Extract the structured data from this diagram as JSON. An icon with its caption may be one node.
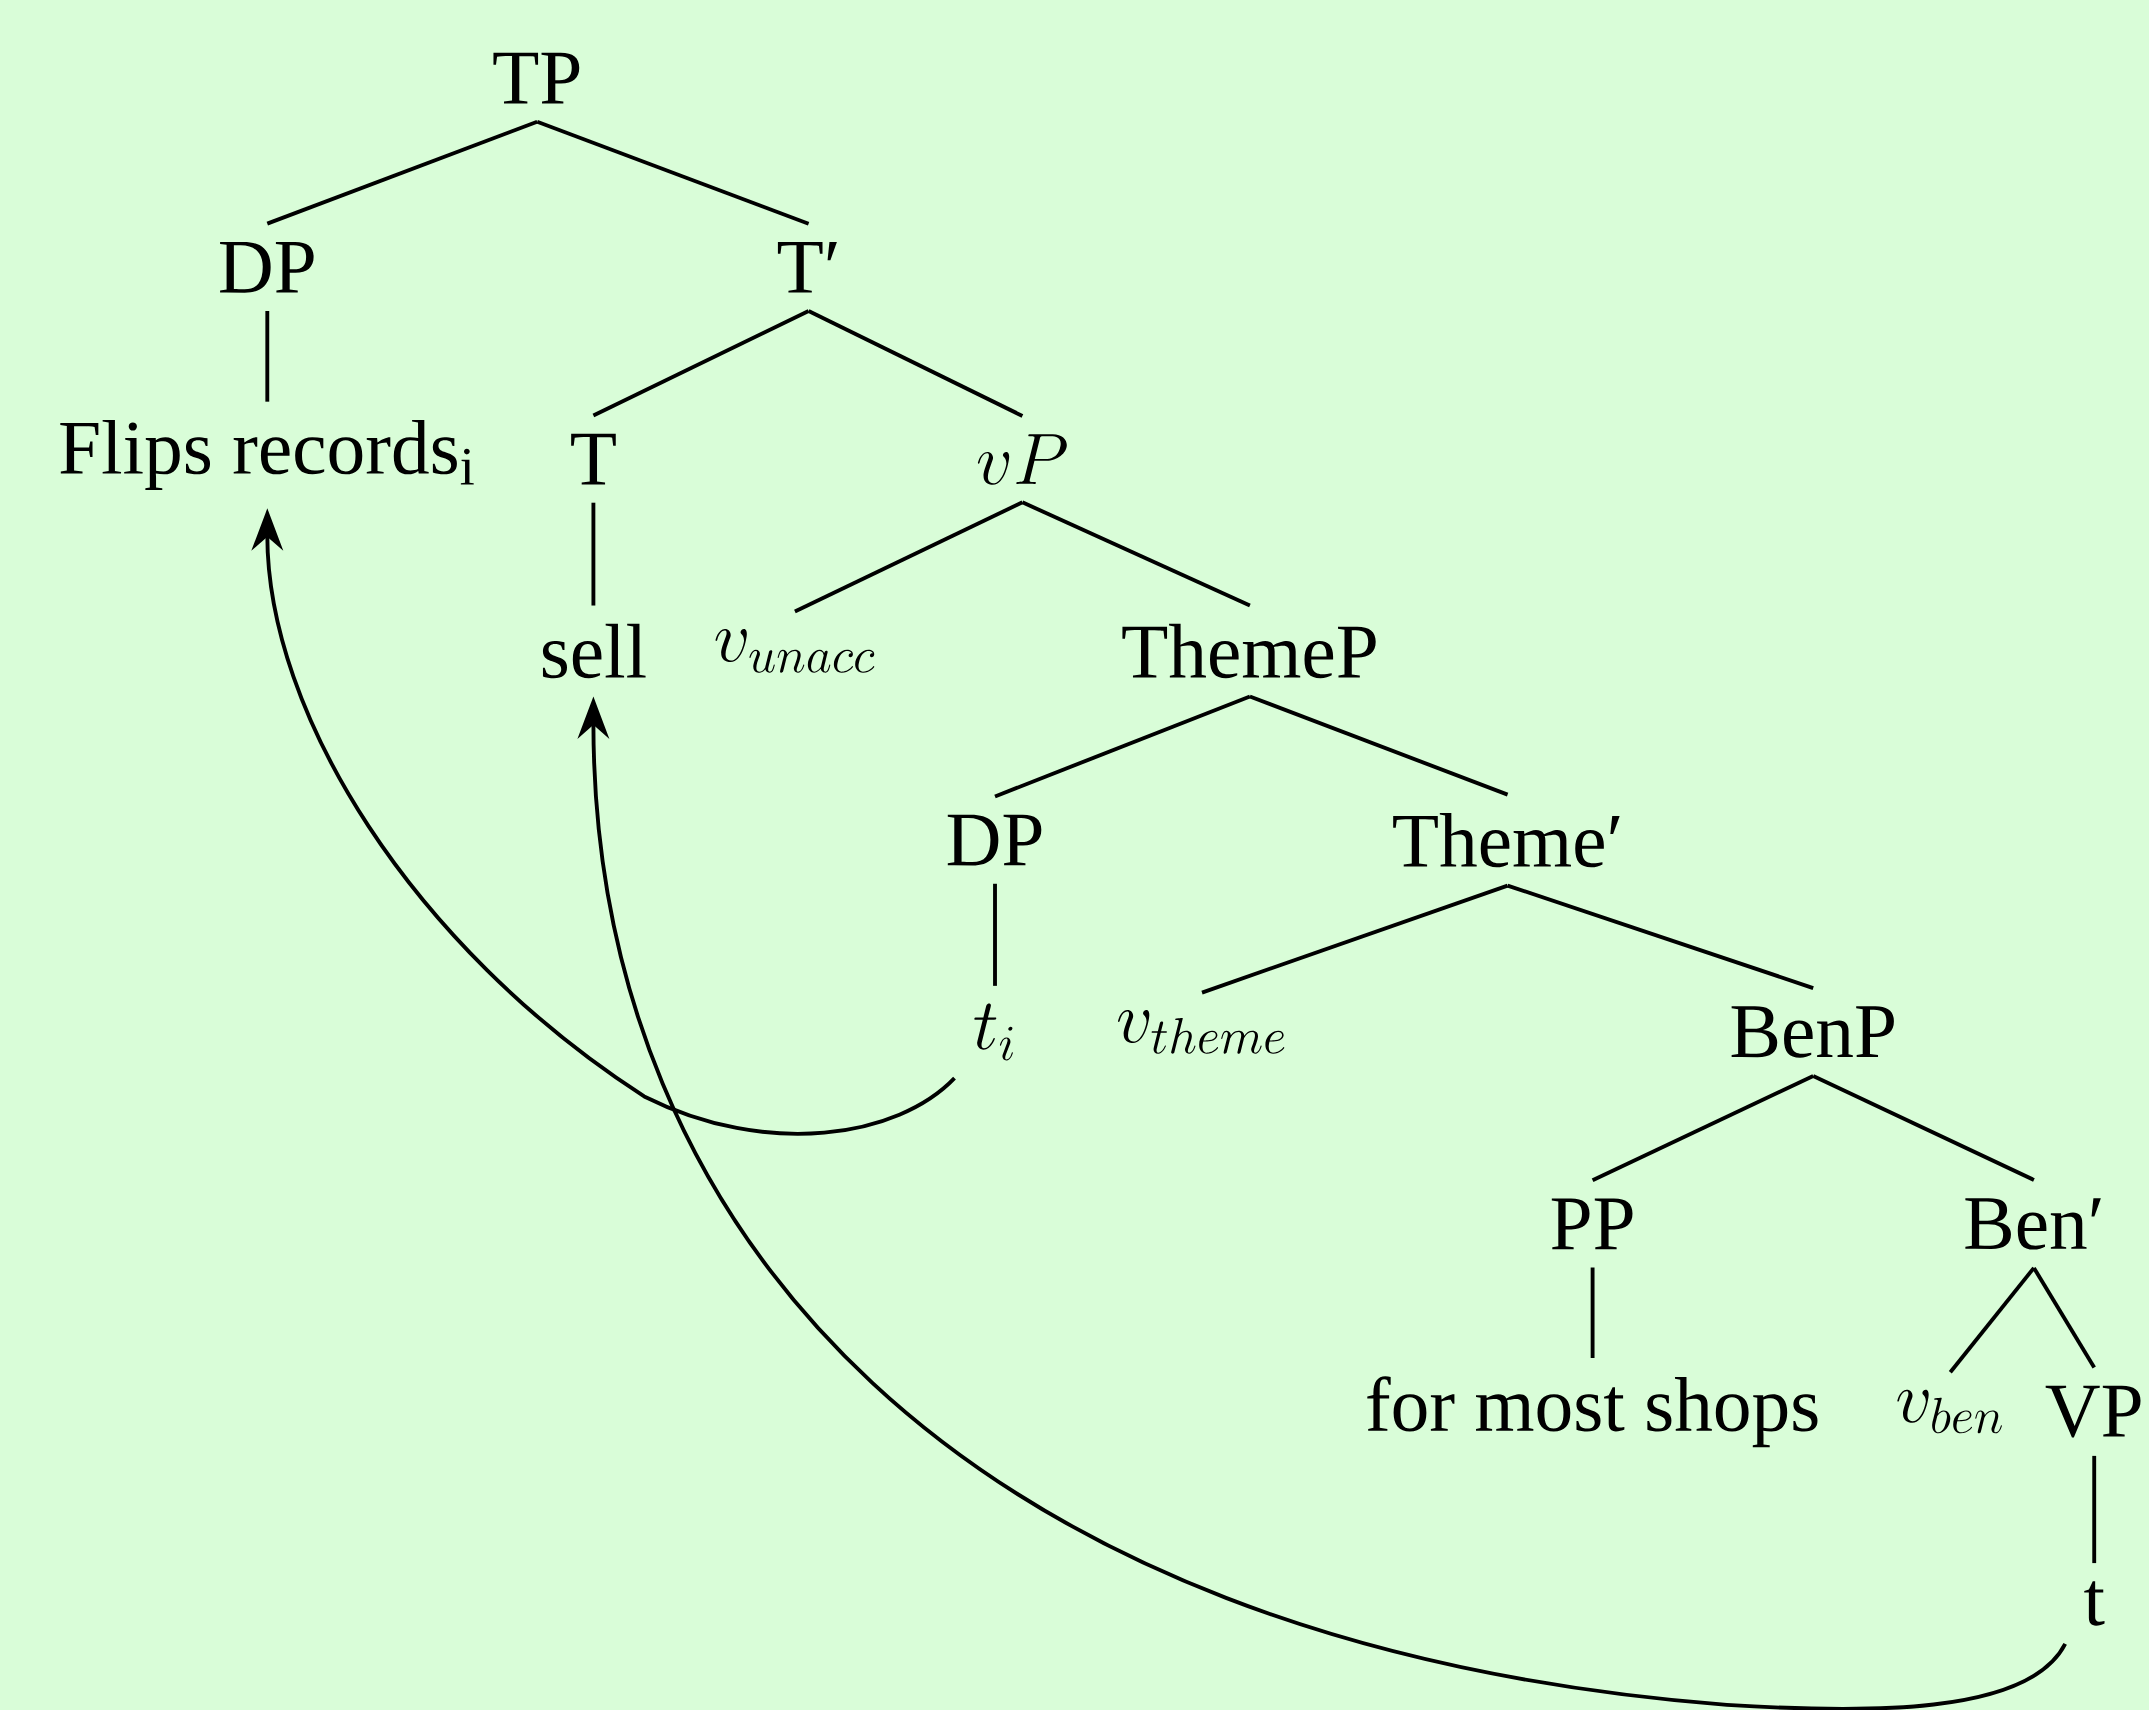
{
  "diagram": {
    "nodes": [
      {
        "text": [
          "TP"
        ]
      },
      {
        "text": [
          "DP"
        ]
      },
      {
        "text": [
          "T′"
        ]
      },
      {
        "text": [
          "Flips records$_{i}$"
        ]
      },
      {
        "text": [
          "T"
        ]
      },
      {
        "text": [
          "vP"
        ]
      },
      {
        "text": [
          "sell"
        ]
      },
      {
        "text": [
          "v_{unacc}"
        ]
      },
      {
        "text": [
          "ThemeP"
        ]
      },
      {
        "text": [
          "DP"
        ]
      },
      {
        "text": [
          "Theme′"
        ]
      },
      {
        "text": [
          "t_i"
        ]
      },
      {
        "text": [
          "v_{theme}"
        ]
      },
      {
        "text": [
          "BenP"
        ]
      },
      {
        "text": [
          "PP"
        ]
      },
      {
        "text": [
          "Ben′"
        ]
      },
      {
        "text": [
          "for most shops"
        ]
      },
      {
        "text": [
          "v_{ben}"
        ]
      },
      {
        "text": [
          "VP"
        ]
      },
      {
        "text": [
          "t"
        ]
      }
    ],
    "edges": [
      {
        "from": 0,
        "to": 1,
        "arrow": "none"
      },
      {
        "from": 0,
        "to": 2,
        "arrow": "none"
      },
      {
        "from": 1,
        "to": 3,
        "arrow": "none"
      },
      {
        "from": 2,
        "to": 4,
        "arrow": "none"
      },
      {
        "from": 2,
        "to": 5,
        "arrow": "none"
      },
      {
        "from": 4,
        "to": 6,
        "arrow": "none"
      },
      {
        "from": 5,
        "to": 7,
        "arrow": "none"
      },
      {
        "from": 5,
        "to": 8,
        "arrow": "none"
      },
      {
        "from": 8,
        "to": 9,
        "arrow": "none"
      },
      {
        "from": 8,
        "to": 10,
        "arrow": "none"
      },
      {
        "from": 9,
        "to": 11,
        "arrow": "none"
      },
      {
        "from": 10,
        "to": 12,
        "arrow": "none"
      },
      {
        "from": 10,
        "to": 13,
        "arrow": "none"
      },
      {
        "from": 13,
        "to": 14,
        "arrow": "none"
      },
      {
        "from": 13,
        "to": 15,
        "arrow": "none"
      },
      {
        "from": 14,
        "to": 16,
        "arrow": "none"
      },
      {
        "from": 15,
        "to": 17,
        "arrow": "none"
      },
      {
        "from": 15,
        "to": 18,
        "arrow": "none"
      },
      {
        "from": 18,
        "to": 19,
        "arrow": "none"
      },
      {
        "from": 11,
        "to": 3,
        "arrow": "to"
      },
      {
        "from": 19,
        "to": 6,
        "arrow": "to"
      }
    ]
  }
}
